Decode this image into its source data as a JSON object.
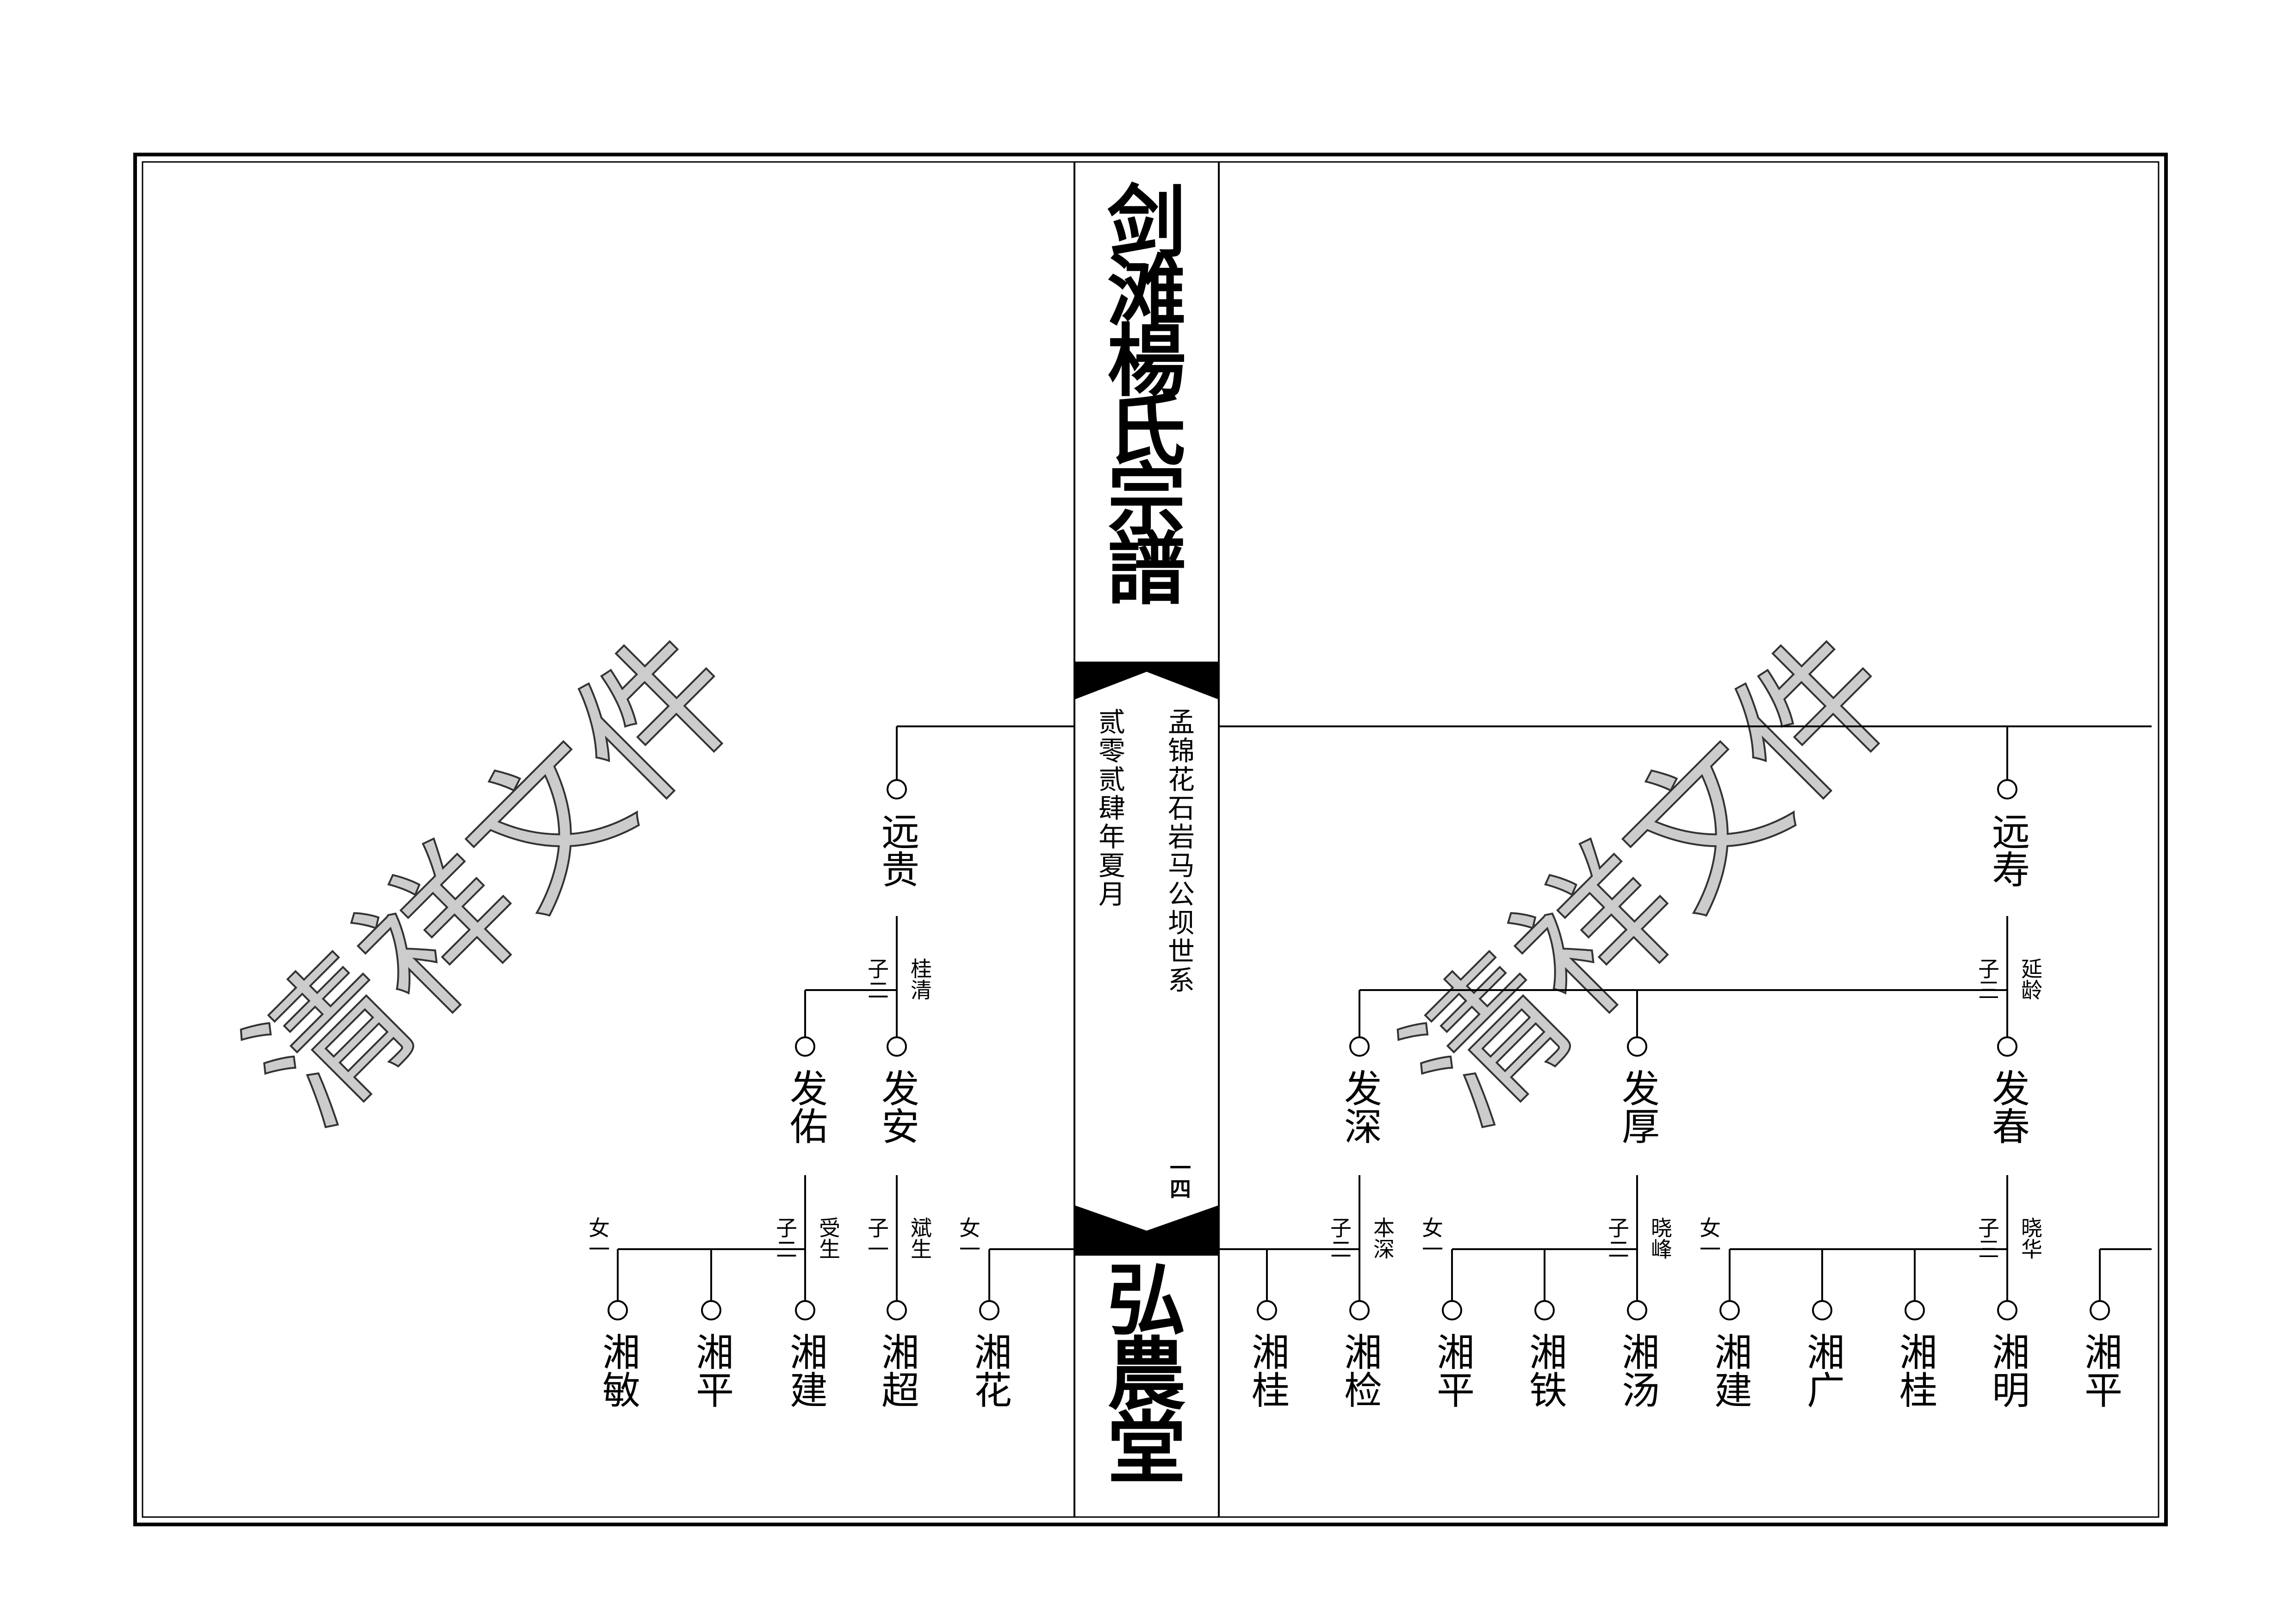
{
  "title": {
    "main": [
      "剑",
      "滩",
      "楊",
      "氏",
      "宗",
      "譜"
    ],
    "hall": [
      "弘",
      "農",
      "堂"
    ],
    "branch": "孟锦花石岩马公坝世系",
    "date": "贰零贰肆年夏月",
    "page_number": "一四"
  },
  "watermark": "清祥文件",
  "colors": {
    "ink": "#000000",
    "watermark_fill": "#cccccc",
    "watermark_stroke": "#333333"
  },
  "left_page": {
    "generation1": {
      "name": "远贵"
    },
    "generation1_children": {
      "sons_label": "子二",
      "sons_names": "桂清"
    },
    "generation2": [
      {
        "name": "发佑",
        "sons_label": "子二",
        "sons_names": "受生",
        "daughters_label": "女一"
      },
      {
        "name": "发安",
        "sons_label": "子一",
        "sons_names": "斌生",
        "daughters_label": "女一"
      }
    ],
    "generation3": [
      "湘敏",
      "湘平",
      "湘建",
      "湘超",
      "湘花"
    ]
  },
  "right_page": {
    "generation1": {
      "name": "远寿"
    },
    "generation1_children": {
      "sons_label": "子三",
      "sons_names": "延龄"
    },
    "generation2": [
      {
        "name": "发深",
        "sons_label": "子二",
        "sons_names": "本深",
        "daughters_label": "女一"
      },
      {
        "name": "发厚",
        "sons_label": "子二",
        "sons_names": "晓峰",
        "daughters_label": "女一"
      },
      {
        "name": "发春",
        "sons_label": "子三",
        "sons_names": "晓华"
      }
    ],
    "generation3": [
      "湘桂",
      "湘检",
      "湘平",
      "湘铁",
      "湘汤",
      "湘建",
      "湘广",
      "湘桂",
      "湘明",
      "湘平"
    ]
  }
}
